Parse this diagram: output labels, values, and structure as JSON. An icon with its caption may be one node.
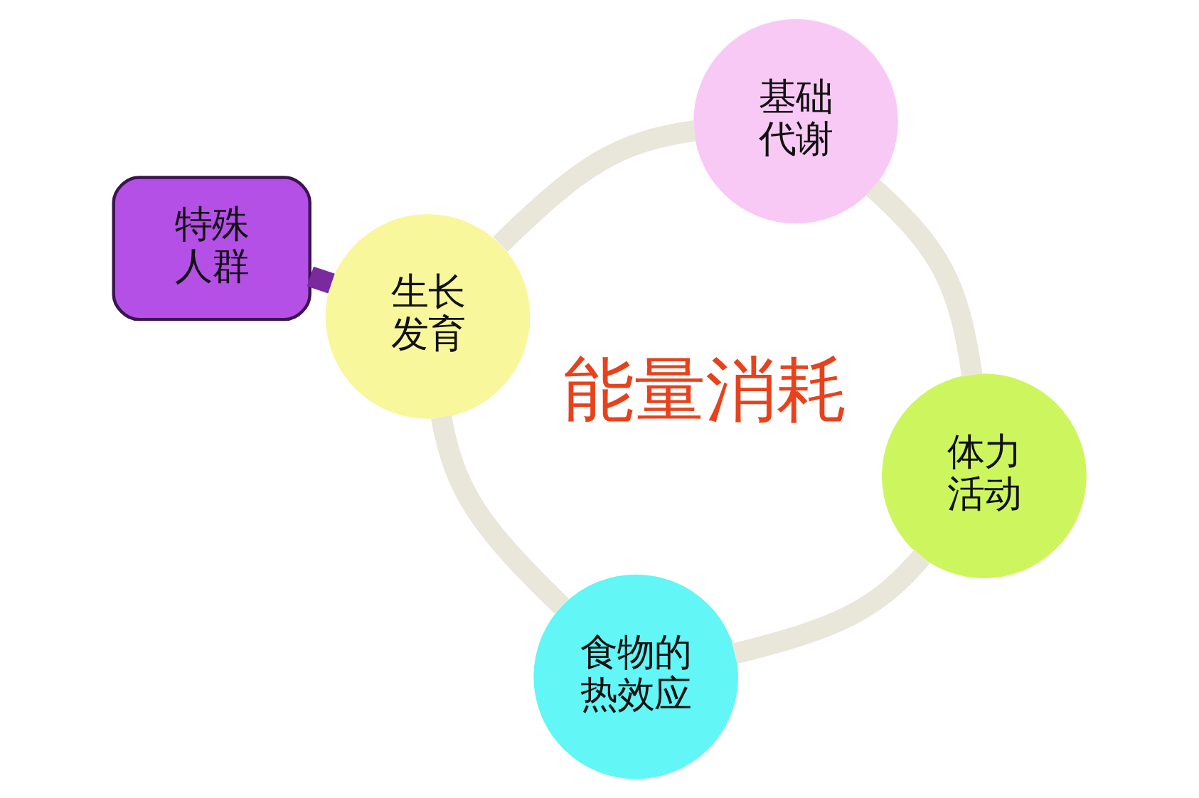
{
  "diagram": {
    "nodes": [
      {
        "text": [
          "特殊人群"
        ]
      },
      {
        "text": [
          "基础代谢"
        ]
      },
      {
        "text": [
          "生长发育"
        ]
      },
      {
        "text": [
          "体力活动"
        ]
      },
      {
        "text": [
          "食物的热效应"
        ]
      }
    ],
    "edges": [
      {
        "from": 0,
        "to": 2,
        "arrow": "none",
        "color": "#7a2a9e"
      },
      {
        "from": 2,
        "to": 1,
        "arrow": "none"
      },
      {
        "from": 1,
        "to": 3,
        "arrow": "none"
      },
      {
        "from": 3,
        "to": 4,
        "arrow": "none"
      },
      {
        "from": 4,
        "to": 2,
        "arrow": "none"
      }
    ],
    "labels": [
      "能量消耗"
    ]
  }
}
